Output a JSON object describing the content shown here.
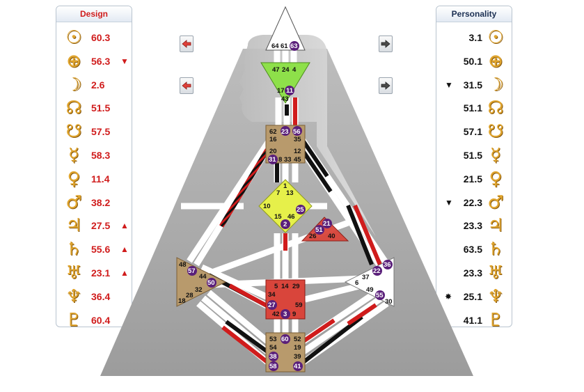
{
  "design": {
    "title": "Design",
    "rows": [
      {
        "planet": "sun-icon",
        "glyph": "☉",
        "value": "60.3",
        "arrow": ""
      },
      {
        "planet": "earth-icon",
        "glyph": "⊕",
        "value": "56.3",
        "arrow": "▼"
      },
      {
        "planet": "moon-icon",
        "glyph": "☽",
        "value": "2.6",
        "arrow": ""
      },
      {
        "planet": "north-node-icon",
        "glyph": "☊",
        "value": "51.5",
        "arrow": ""
      },
      {
        "planet": "south-node-icon",
        "glyph": "☋",
        "value": "57.5",
        "arrow": ""
      },
      {
        "planet": "mercury-icon",
        "glyph": "☿",
        "value": "58.3",
        "arrow": ""
      },
      {
        "planet": "venus-icon",
        "glyph": "♀",
        "value": "11.4",
        "arrow": ""
      },
      {
        "planet": "mars-icon",
        "glyph": "♂",
        "value": "38.2",
        "arrow": ""
      },
      {
        "planet": "jupiter-icon",
        "glyph": "♃",
        "value": "27.5",
        "arrow": "▲"
      },
      {
        "planet": "saturn-icon",
        "glyph": "♄",
        "value": "55.6",
        "arrow": "▲"
      },
      {
        "planet": "uranus-icon",
        "glyph": "♅",
        "value": "23.1",
        "arrow": "▲"
      },
      {
        "planet": "neptune-icon",
        "glyph": "♆",
        "value": "36.4",
        "arrow": ""
      },
      {
        "planet": "pluto-icon",
        "glyph": "♇",
        "value": "60.4",
        "arrow": ""
      }
    ]
  },
  "personality": {
    "title": "Personality",
    "rows": [
      {
        "planet": "sun-icon",
        "glyph": "☉",
        "value": "3.1",
        "arrow": ""
      },
      {
        "planet": "earth-icon",
        "glyph": "⊕",
        "value": "50.1",
        "arrow": ""
      },
      {
        "planet": "moon-icon",
        "glyph": "☽",
        "value": "31.5",
        "arrow": "▼"
      },
      {
        "planet": "north-node-icon",
        "glyph": "☊",
        "value": "51.1",
        "arrow": ""
      },
      {
        "planet": "south-node-icon",
        "glyph": "☋",
        "value": "57.1",
        "arrow": ""
      },
      {
        "planet": "mercury-icon",
        "glyph": "☿",
        "value": "51.5",
        "arrow": ""
      },
      {
        "planet": "venus-icon",
        "glyph": "♀",
        "value": "21.5",
        "arrow": ""
      },
      {
        "planet": "mars-icon",
        "glyph": "♂",
        "value": "22.3",
        "arrow": "▼"
      },
      {
        "planet": "jupiter-icon",
        "glyph": "♃",
        "value": "23.3",
        "arrow": ""
      },
      {
        "planet": "saturn-icon",
        "glyph": "♄",
        "value": "63.5",
        "arrow": ""
      },
      {
        "planet": "uranus-icon",
        "glyph": "♅",
        "value": "23.3",
        "arrow": ""
      },
      {
        "planet": "neptune-icon",
        "glyph": "♆",
        "value": "25.1",
        "arrow": "✸"
      },
      {
        "planet": "pluto-icon",
        "glyph": "♇",
        "value": "41.1",
        "arrow": ""
      }
    ]
  },
  "nav": {
    "design_prev_1": "arrow-left-icon",
    "design_prev_2": "arrow-left-icon",
    "personality_next_1": "arrow-right-icon",
    "personality_next_2": "arrow-right-icon"
  },
  "colors": {
    "design_red": "#d01c1c",
    "head": "#ffffff",
    "ajna": "#8ee04a",
    "throat": "#b89a6c",
    "g_center": "#e6f04a",
    "heart": "#d9453b",
    "sacral": "#d9453b",
    "spleen": "#b89a6c",
    "solar_plexus": "#ffffff",
    "root": "#b89a6c"
  },
  "centers": {
    "head": {
      "gates": [
        "64",
        "61",
        "63"
      ]
    },
    "ajna": {
      "gates": [
        "47",
        "24",
        "4",
        "17",
        "11",
        "43"
      ]
    },
    "throat": {
      "gates": [
        "62",
        "23",
        "56",
        "16",
        "35",
        "20",
        "12",
        "31",
        "8",
        "33",
        "45"
      ]
    },
    "g": {
      "gates": [
        "1",
        "7",
        "13",
        "10",
        "25",
        "15",
        "46",
        "2"
      ]
    },
    "heart": {
      "gates": [
        "21",
        "51",
        "26",
        "40"
      ]
    },
    "spleen": {
      "gates": [
        "48",
        "57",
        "44",
        "50",
        "32",
        "28",
        "18"
      ]
    },
    "sacral": {
      "gates": [
        "5",
        "14",
        "29",
        "34",
        "27",
        "59",
        "42",
        "3",
        "9"
      ]
    },
    "solar_plexus": {
      "gates": [
        "36",
        "22",
        "6",
        "37",
        "49",
        "55",
        "30"
      ]
    },
    "root": {
      "gates": [
        "53",
        "60",
        "52",
        "54",
        "19",
        "38",
        "39",
        "58",
        "41"
      ]
    }
  }
}
